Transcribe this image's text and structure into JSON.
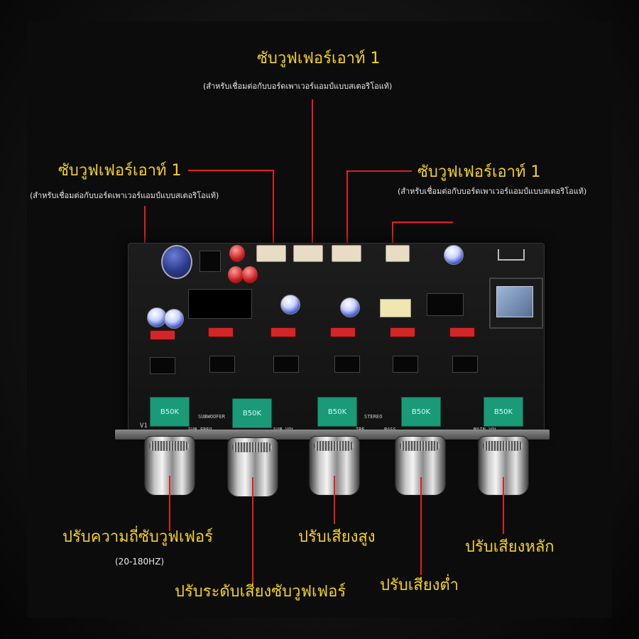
{
  "annotations": {
    "top": {
      "title": "ซับวูฟเฟอร์เอาท์ 1",
      "subtitle": "(สำหรับเชื่อมต่อกับบอร์ดเพาเวอร์แอมป์แบบสเตอริโอแท้)"
    },
    "left": {
      "title": "ซับวูฟเฟอร์เอาท์ 1",
      "subtitle": "(สำหรับเชื่อมต่อกับบอร์ดเพาเวอร์แอมป์แบบสเตอริโอแท้)"
    },
    "right": {
      "title": "ซับวูฟเฟอร์เอาท์ 1",
      "subtitle": "(สำหรับเชื่อมต่อกับบอร์ดเพาเวอร์แอมป์แบบสเตอริโอแท้)"
    },
    "knob1": {
      "title": "ปรับความถี่ซับวูฟเฟอร์",
      "subtitle": "(20-180HZ)"
    },
    "knob2": {
      "title": "ปรับระดับเสียงซับวูฟเฟอร์"
    },
    "knob3": {
      "title": "ปรับเสียงสูง"
    },
    "knob4": {
      "title": "ปรับเสียงต่ำ"
    },
    "knob5": {
      "title": "ปรับเสียงหลัก"
    }
  },
  "silkscreen": {
    "pot_value": "B50K",
    "pot1": "SUB FREQ",
    "pot2": "SUB VOL",
    "pot3": "TRE",
    "pot4": "BASS",
    "pot5": "MAIN VOL",
    "subwoofer": "SUBWOOFER",
    "stereo": "STEREO",
    "version": "V1"
  },
  "colors": {
    "annotation_text": "#f5d21a",
    "subtitle_text": "#e8e8e8",
    "leader_line": "#e51e1e",
    "pot_body": "#1a9a77"
  }
}
